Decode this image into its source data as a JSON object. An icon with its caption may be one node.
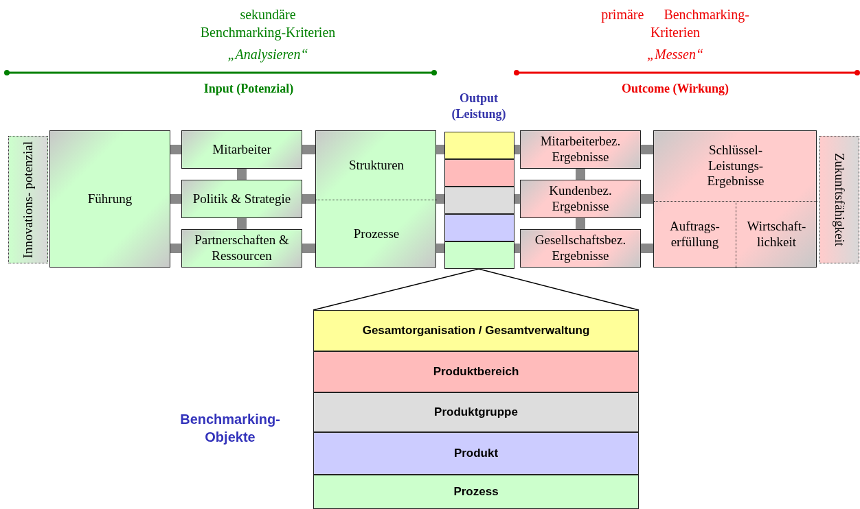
{
  "diagram": {
    "nodes": [
      {
        "text": [
          "Innovations- potenzial"
        ]
      },
      {
        "text": [
          "Führung"
        ]
      },
      {
        "text": [
          "Mitarbeiter"
        ]
      },
      {
        "text": [
          "Politik & Strategie"
        ]
      },
      {
        "text": [
          "Partnerschaften & Ressourcen"
        ]
      },
      {
        "text": [
          "Strukturen",
          "Prozesse"
        ]
      },
      {
        "text": [],
        "shape": "bar"
      },
      {
        "text": [],
        "shape": "bar"
      },
      {
        "text": [],
        "shape": "bar"
      },
      {
        "text": [],
        "shape": "bar"
      },
      {
        "text": [],
        "shape": "bar"
      },
      {
        "text": [
          "Mitarbeiterbez. Ergebnisse"
        ]
      },
      {
        "text": [
          "Kundenbez. Ergebnisse"
        ]
      },
      {
        "text": [
          "Gesellschaftsbez. Ergebnisse"
        ]
      },
      {
        "text": [
          "Schlüssel- Leistungs- Ergebnisse",
          "Auftrags- erfüllung",
          "Wirtschaft- lichkeit"
        ]
      },
      {
        "text": [
          "Zukunftsfähigkeit"
        ]
      },
      {
        "text": [
          "Gesamtorganisation / Gesamtverwaltung"
        ]
      },
      {
        "text": [
          "Produktbereich"
        ]
      },
      {
        "text": [
          "Produktgruppe"
        ]
      },
      {
        "text": [
          "Produkt"
        ]
      },
      {
        "text": [
          "Prozess"
        ]
      }
    ],
    "edges": [
      {
        "from": 1,
        "to": 2,
        "arrow": "none"
      },
      {
        "from": 1,
        "to": 3,
        "arrow": "none"
      },
      {
        "from": 1,
        "to": 4,
        "arrow": "none"
      },
      {
        "from": 2,
        "to": 3,
        "arrow": "none"
      },
      {
        "from": 3,
        "to": 4,
        "arrow": "none"
      },
      {
        "from": 2,
        "to": 5,
        "arrow": "none"
      },
      {
        "from": 3,
        "to": 5,
        "arrow": "none"
      },
      {
        "from": 4,
        "to": 5,
        "arrow": "none"
      },
      {
        "from": 5,
        "to": 6,
        "arrow": "none"
      },
      {
        "from": 5,
        "to": 8,
        "arrow": "none"
      },
      {
        "from": 5,
        "to": 10,
        "arrow": "none"
      },
      {
        "from": 6,
        "to": 11,
        "arrow": "none"
      },
      {
        "from": 8,
        "to": 12,
        "arrow": "none"
      },
      {
        "from": 10,
        "to": 13,
        "arrow": "none"
      },
      {
        "from": 11,
        "to": 12,
        "arrow": "none"
      },
      {
        "from": 12,
        "to": 13,
        "arrow": "none"
      },
      {
        "from": 11,
        "to": 14,
        "arrow": "none"
      },
      {
        "from": 12,
        "to": 14,
        "arrow": "none"
      },
      {
        "from": 13,
        "to": 14,
        "arrow": "none"
      }
    ],
    "labels": [
      "sekundäre Benchmarking-Kriterien",
      "„Analysieren“",
      "primäre Benchmarking-Kriterien",
      "„Messen“",
      "Input (Potenzial)",
      "Output (Leistung)",
      "Outcome (Wirkung)",
      "Benchmarking-Objekte"
    ]
  }
}
